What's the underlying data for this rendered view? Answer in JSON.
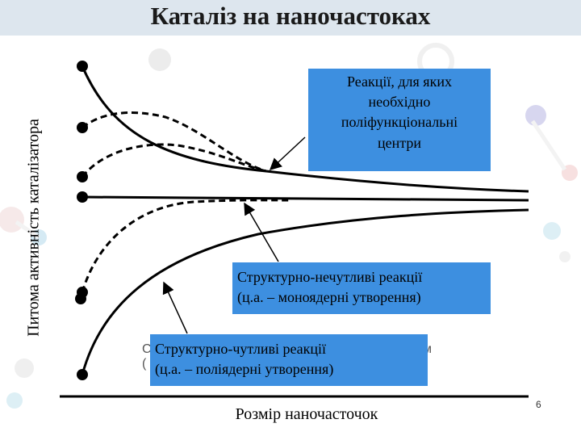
{
  "slide": {
    "title": "Каталіз на наночастоках",
    "page_number": "6"
  },
  "axes": {
    "ylabel": "Питома активність каталізатора",
    "xlabel": "Розмір наночасточок"
  },
  "callouts": [
    {
      "lines": [
        "Реакції, для яких",
        "необхідно",
        "поліфункціональні",
        "центри"
      ]
    },
    {
      "lines": [
        "Структурно-нечутливі реакції",
        "(ц.а. – моноядерні утворення)"
      ]
    },
    {
      "lines": [
        "Структурно-чутливі реакції",
        "(ц.а. – поліядерні утворення)"
      ]
    }
  ],
  "partially_hidden_text": {
    "left_c": "С",
    "right_m": "м",
    "left_paren": "("
  },
  "colors": {
    "callout_bg": "#3d8fe0",
    "title_bar": "#dde6ee",
    "curve": "#000000"
  }
}
